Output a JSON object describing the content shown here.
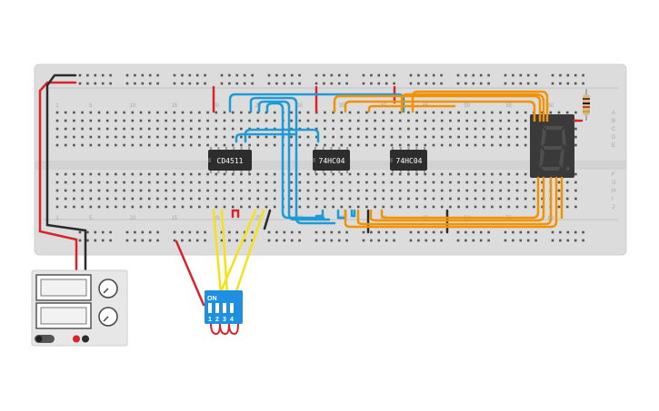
{
  "breadboard": {
    "column_labels": [
      "1",
      "5",
      "10",
      "15",
      "20",
      "25",
      "30",
      "35",
      "40",
      "45",
      "50",
      "55",
      "60"
    ],
    "row_labels_top": [
      "A",
      "B",
      "C",
      "D",
      "E"
    ],
    "row_labels_bottom": [
      "F",
      "G",
      "H",
      "I",
      "J"
    ]
  },
  "chips": [
    {
      "label": "CD4511"
    },
    {
      "label": "74HC04"
    },
    {
      "label": "74HC04"
    }
  ],
  "dip_switch": {
    "on_label": "ON",
    "numbers": [
      "1",
      "2",
      "3",
      "4"
    ]
  },
  "display": {
    "digit": "8"
  },
  "colors": {
    "breadboard": "#dcdcdc",
    "wire_blue": "#1e9ad6",
    "wire_orange": "#f39200",
    "wire_yellow": "#f5e216",
    "wire_red": "#d8232a",
    "wire_black": "#2b2b2b",
    "chip": "#2d2d2d",
    "dip_switch": "#1f8fe0",
    "psu": "#e7e7e7"
  }
}
